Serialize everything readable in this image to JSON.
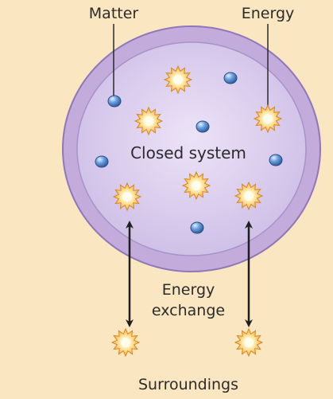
{
  "labels": {
    "matter": "Matter",
    "energy": "Energy",
    "system": "Closed system",
    "exchange_line1": "Energy",
    "exchange_line2": "exchange",
    "surroundings": "Surroundings"
  },
  "colors": {
    "background": "#fbe6c2",
    "outer_ring": "#c9b3e0",
    "inner_disc": "#d8cbec",
    "ring_stroke": "#8f78ba",
    "matter_particle": "#4f87cf",
    "energy_star_outer": "#f2a02a",
    "energy_star_inner": "#fff7d6",
    "arrow": "#1e1e1e"
  },
  "icons": {
    "matter": "sphere-icon",
    "energy": "starburst-icon"
  }
}
